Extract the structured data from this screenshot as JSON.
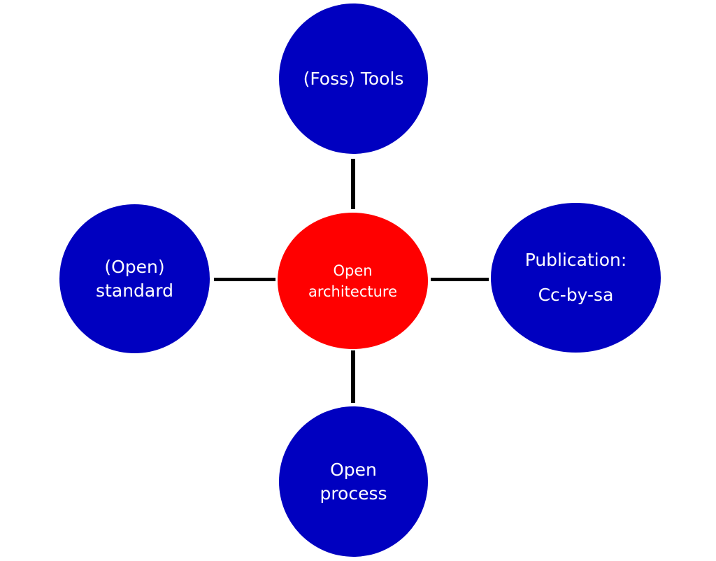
{
  "colors": {
    "outer_node_fill": "#0000c0",
    "center_node_fill": "#ff0000",
    "connector": "#000000",
    "text": "#ffffff"
  },
  "diagram": {
    "center": {
      "lines": [
        "Open",
        "architecture"
      ]
    },
    "top": {
      "lines": [
        "(Foss) Tools"
      ]
    },
    "left": {
      "lines": [
        "(Open)",
        "standard"
      ]
    },
    "right": {
      "lines": [
        "Publication:",
        "Cc-by-sa"
      ]
    },
    "bottom": {
      "lines": [
        "Open",
        "process"
      ]
    }
  }
}
